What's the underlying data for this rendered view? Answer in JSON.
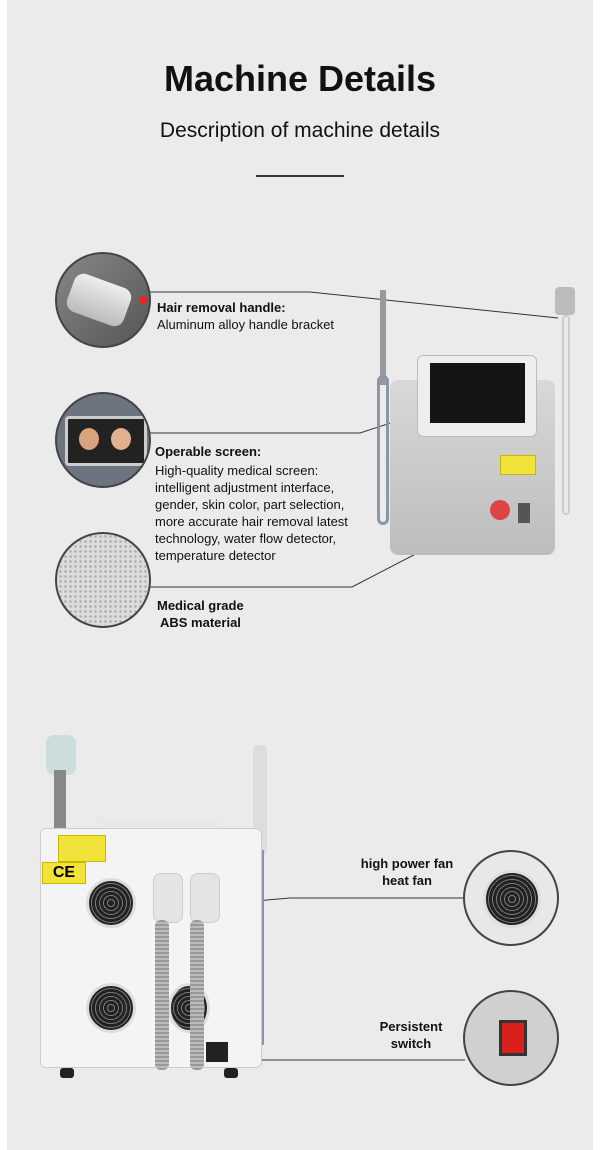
{
  "header": {
    "title": "Machine Details",
    "subtitle": "Description of machine details"
  },
  "features": [
    {
      "title": "Hair removal handle:",
      "desc": "Aluminum alloy handle bracket"
    },
    {
      "title": "Operable screen:",
      "desc_lines": [
        "High-quality medical screen:",
        "intelligent adjustment interface,",
        "gender, skin color, part selection,",
        "more accurate hair removal latest",
        "technology, water flow detector,",
        "temperature detector"
      ]
    },
    {
      "title_lines": [
        "Medical grade",
        "ABS material"
      ]
    },
    {
      "title_lines": [
        "high power fan",
        "heat fan"
      ]
    },
    {
      "title_lines": [
        "Persistent",
        "switch"
      ]
    }
  ],
  "stickers": {
    "ce": "CE"
  }
}
